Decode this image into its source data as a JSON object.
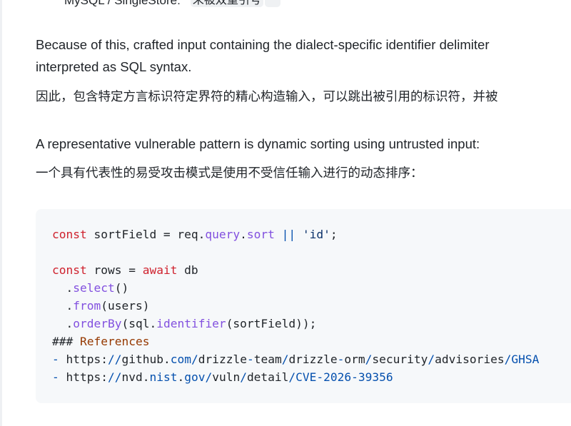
{
  "top_line": {
    "text": "MySQL / SingleStore:",
    "code": "未被双重引号"
  },
  "paragraphs": {
    "p1_line1": "Because of this, crafted input containing the dialect-specific identifier delimiter",
    "p1_line2": "interpreted as SQL syntax.",
    "p1_cn": "因此，包含特定方言标识符定界符的精心构造输入，可以跳出被引用的标识符，并被",
    "p2": "A representative vulnerable pattern is dynamic sorting using untrusted input:",
    "p2_cn": "一个具有代表性的易受攻击模式是使用不受信任输入进行的动态排序："
  },
  "code": {
    "l1": {
      "kw": "const",
      "name": " sortField = req.",
      "p1": "query",
      "dot": ".",
      "p2": "sort",
      "sp": " ",
      "op": "||",
      "sp2": " ",
      "str": "'id'",
      "end": ";"
    },
    "l3": {
      "kw": "const",
      "name": " rows = ",
      "kw2": "await",
      "rest": " db"
    },
    "l4": {
      "dot": "  .",
      "fn": "select",
      "rest": "()"
    },
    "l5": {
      "dot": "  .",
      "fn": "from",
      "rest": "(users)"
    },
    "l6": {
      "dot": "  .",
      "fn": "orderBy",
      "mid": "(sql.",
      "fn2": "identifier",
      "rest": "(sortField));"
    },
    "l7": {
      "hash": "### ",
      "title": "References"
    },
    "l8": {
      "bullet": "- ",
      "a": "https:",
      "b": "//",
      "c": "github.",
      "d": "com",
      "e": "/",
      "f": "drizzle",
      "g": "-",
      "h": "team",
      "i": "/",
      "j": "drizzle",
      "k": "-",
      "l": "orm",
      "m": "/",
      "n": "security",
      "o": "/",
      "p": "advisories",
      "q": "/",
      "r": "GHSA"
    },
    "l9": {
      "bullet": "- ",
      "a": "https:",
      "b": "//",
      "c": "nvd.",
      "d": "nist",
      "e": ".",
      "f": "gov",
      "g": "/",
      "h": "vuln",
      "i": "/",
      "j": "detail",
      "k": "/",
      "l": "CVE-2026-39356"
    }
  }
}
